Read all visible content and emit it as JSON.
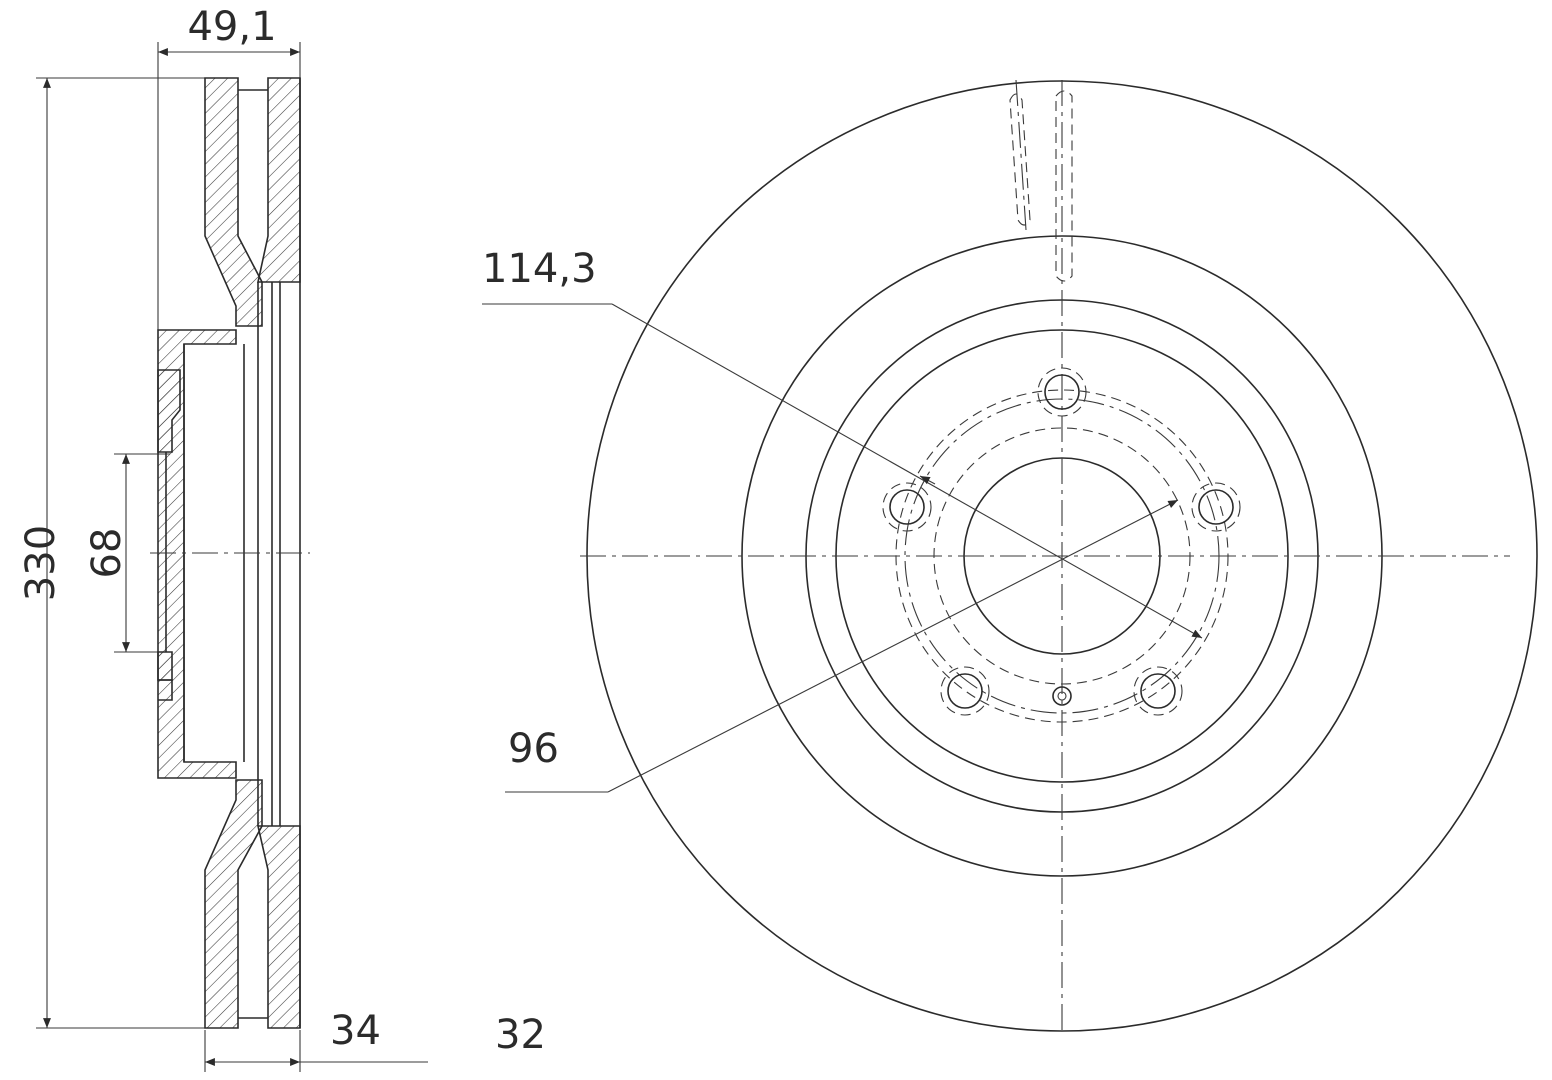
{
  "dimensions": {
    "overall_width": "49,1",
    "outer_diameter": "330",
    "center_bore": "68",
    "bolt_circle": "114,3",
    "hub_diameter": "96",
    "disc_thickness": "34",
    "min_thickness": "32"
  },
  "drawing": {
    "line_color": "#2b2b2b",
    "background": "#ffffff",
    "bolt_holes": 5
  }
}
